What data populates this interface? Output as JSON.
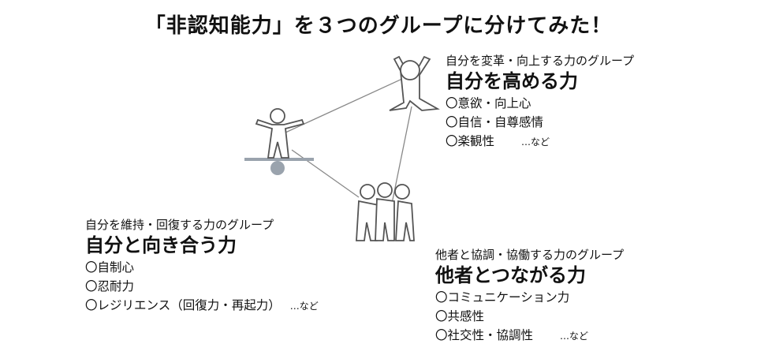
{
  "title": "「非認知能力」を３つのグループに分けてみた！",
  "groups": [
    {
      "subtitle": "自分を変革・向上する力のグループ",
      "heading": "自分を高める力",
      "items": [
        "〇意欲・向上心",
        "〇自信・自尊感情",
        "〇楽観性"
      ],
      "etc": "…など"
    },
    {
      "subtitle": "自分を維持・回復する力のグループ",
      "heading": "自分と向き合う力",
      "items": [
        "〇自制心",
        "〇忍耐力",
        "〇レジリエンス（回復力・再起力）"
      ],
      "etc": "…など"
    },
    {
      "subtitle": "他者と協調・協働する力のグループ",
      "heading": "他者とつながる力",
      "items": [
        "〇コミュニケーション力",
        "〇共感性",
        "〇社交性・協調性"
      ],
      "etc": "…など"
    }
  ],
  "colors": {
    "line": "#888888",
    "figure": "#555555",
    "board": "#9aa3ad"
  }
}
